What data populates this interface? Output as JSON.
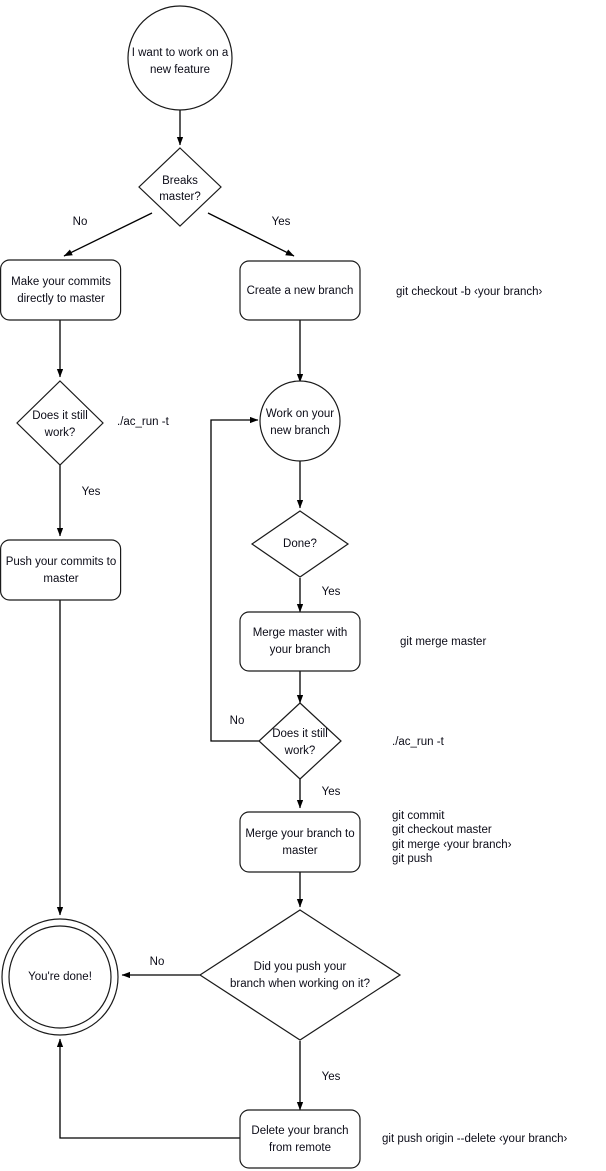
{
  "diagram": {
    "title": "Git branching workflow flowchart",
    "colors": {
      "background": "#ffffff",
      "stroke": "#1a1a1a",
      "text": "#0b0b17",
      "connector": "#000000"
    },
    "nodes": {
      "start": {
        "line1": "I want to work on a",
        "line2": "new feature"
      },
      "breaks_master": {
        "line1": "Breaks",
        "line2": "master?"
      },
      "make_commits": {
        "line1": "Make your commits",
        "line2": "directly to master"
      },
      "create_branch": {
        "line1": "Create a new branch",
        "line2": ""
      },
      "does_it_work_left": {
        "line1": "Does it still",
        "line2": "work?"
      },
      "push_commits": {
        "line1": "Push your commits to",
        "line2": "master"
      },
      "work_on_branch": {
        "line1": "Work on your",
        "line2": "new branch"
      },
      "done_q": {
        "line1": "Done?",
        "line2": ""
      },
      "merge_master": {
        "line1": "Merge master with",
        "line2": "your branch"
      },
      "does_it_work_right": {
        "line1": "Does it still",
        "line2": "work?"
      },
      "merge_branch": {
        "line1": "Merge your branch to",
        "line2": "master"
      },
      "did_you_push": {
        "line1": "Did you push your",
        "line2": "branch when working on it?"
      },
      "youre_done": {
        "line1": "You're done!",
        "line2": ""
      },
      "delete_branch": {
        "line1": "Delete your branch",
        "line2": "from remote"
      }
    },
    "edge_labels": {
      "breaks_no": "No",
      "breaks_yes": "Yes",
      "work_left_yes": "Yes",
      "done_yes": "Yes",
      "work_right_no": "No",
      "work_right_yes": "Yes",
      "push_no": "No",
      "push_yes": "Yes"
    },
    "annotations": {
      "create_branch_cmd": "git checkout -b ‹your branch›",
      "ac_run_left": "./ac_run -t",
      "merge_master_cmd": "git merge master",
      "ac_run_right": "./ac_run -t",
      "merge_branch_cmd_1": "git commit",
      "merge_branch_cmd_2": "git checkout master",
      "merge_branch_cmd_3": "git merge ‹your branch›",
      "merge_branch_cmd_4": "git push",
      "delete_branch_cmd": "git push origin --delete ‹your branch›"
    }
  }
}
